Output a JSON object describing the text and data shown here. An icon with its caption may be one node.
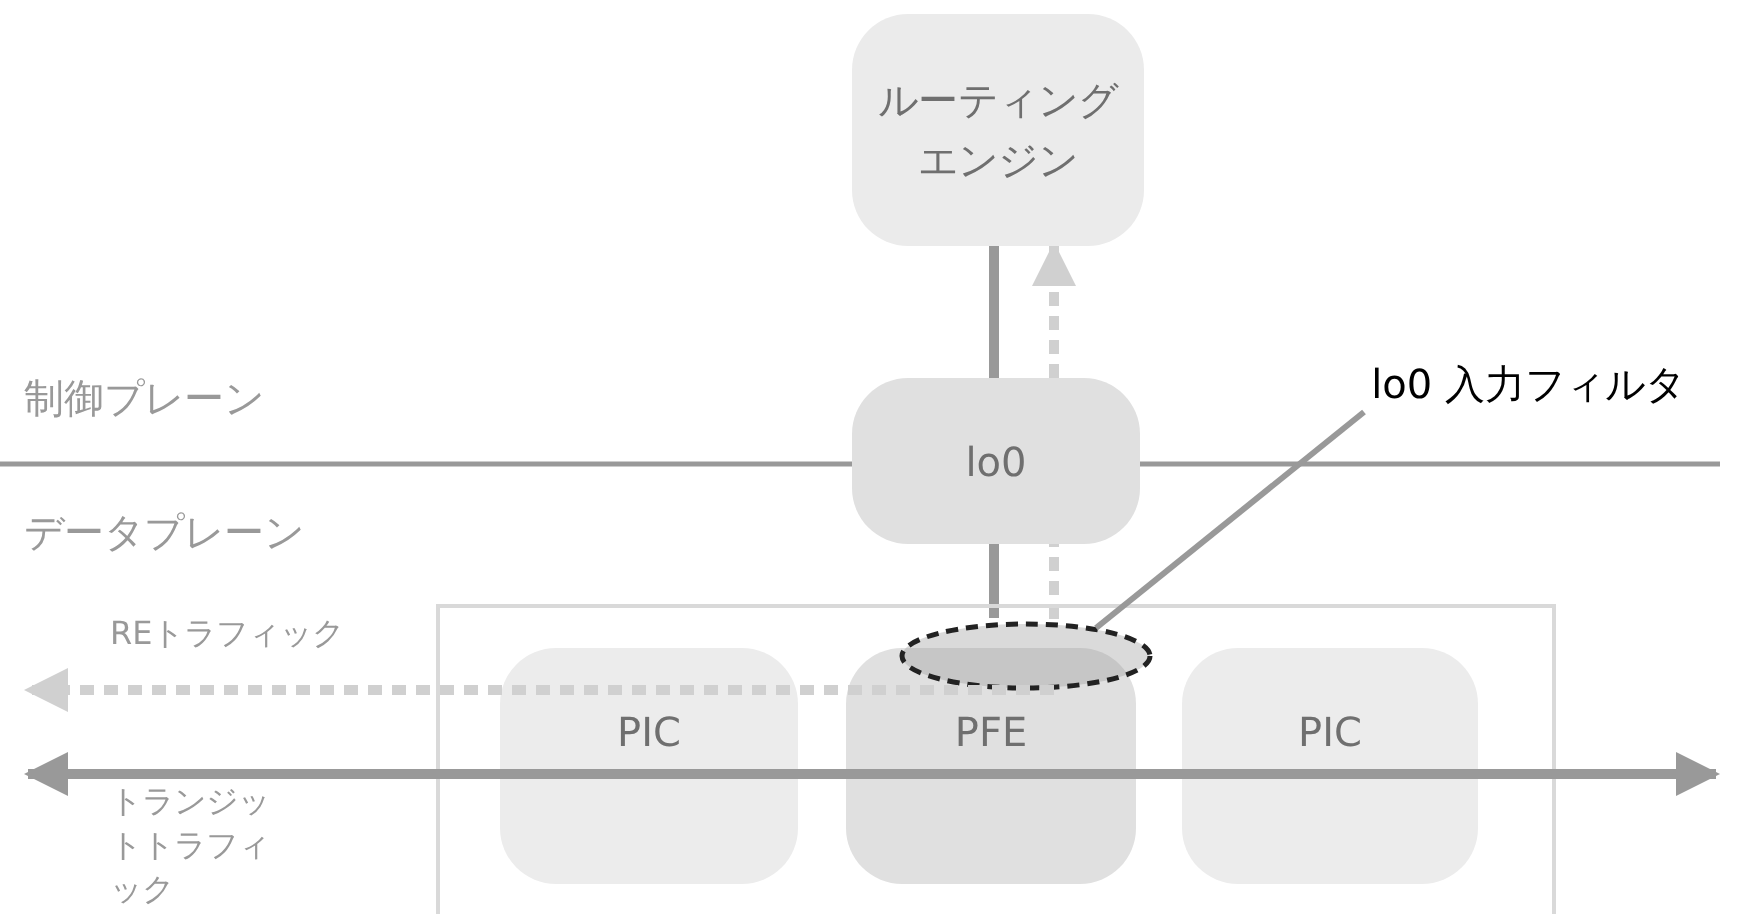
{
  "diagram": {
    "nodes": [
      {
        "text": [
          "ルーティングエンジン"
        ]
      },
      {
        "text": [
          "lo0"
        ]
      },
      {
        "text": [],
        "shape": "box"
      },
      {
        "text": [
          "PIC"
        ],
        "in": 2
      },
      {
        "text": [
          "PFE"
        ],
        "in": 2
      },
      {
        "text": [
          "PIC"
        ],
        "in": 2
      },
      {
        "text": [],
        "shape": "ellipse",
        "in": 2
      },
      {
        "text": [
          "lo0 入力フィルタ"
        ]
      }
    ],
    "edges": [
      {
        "from": 0,
        "to": 1,
        "arrow": "none"
      },
      {
        "from": 1,
        "to": 6,
        "arrow": "none"
      },
      {
        "from": 6,
        "to": 1,
        "arrow": "none",
        "style": "dashed",
        "color": "#d0d0d0"
      },
      {
        "from": 1,
        "to": 0,
        "arrow": "to",
        "style": "dashed",
        "color": "#d0d0d0"
      },
      {
        "from": 4,
        "to": null,
        "arrow": "to",
        "style": "dashed",
        "color": "#d0d0d0",
        "label": "REトラフィック"
      },
      {
        "from": 4,
        "to": null,
        "arrow": "to",
        "label": "トランジットトラフィック"
      },
      {
        "from": 4,
        "to": null,
        "arrow": "to"
      },
      {
        "from": 7,
        "to": 6,
        "arrow": "none"
      }
    ],
    "labels": [
      "制御プレーン",
      "データプレーン"
    ]
  }
}
